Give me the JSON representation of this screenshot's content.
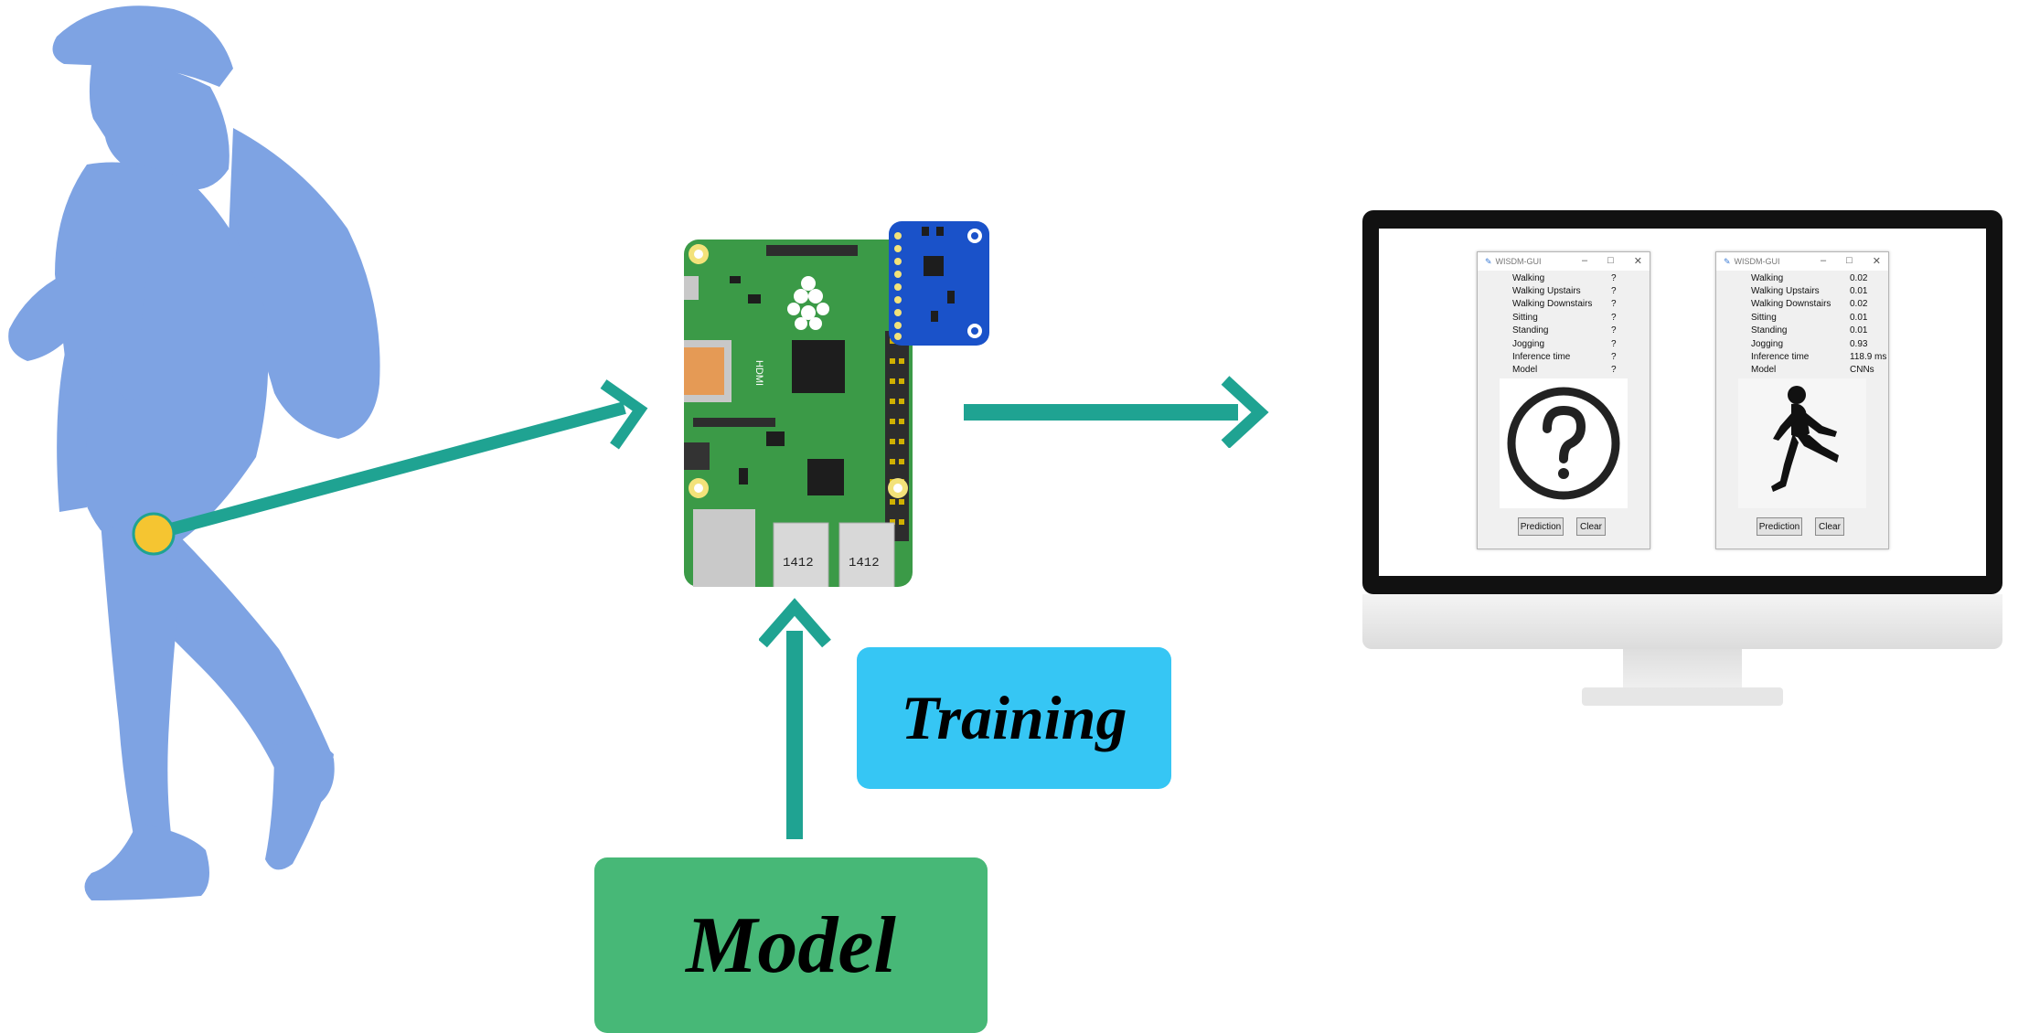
{
  "colors": {
    "person": "#7ea3e3",
    "sensor_dot": "#f5c531",
    "arrow": "#1fa392",
    "training_box": "#36c6f4",
    "model_box": "#47b877",
    "board": "#3b9a47",
    "accel_board": "#1a52c9"
  },
  "training_label": "Training",
  "model_label": "Model",
  "board": {
    "usb_label_1": "1412",
    "usb_label_2": "1412",
    "hdmi_label": "HDMI"
  },
  "gui_left": {
    "title": "WISDM-GUI",
    "rows": [
      {
        "name": "Walking",
        "value": "?"
      },
      {
        "name": "Walking Upstairs",
        "value": "?"
      },
      {
        "name": "Walking Downstairs",
        "value": "?"
      },
      {
        "name": "Sitting",
        "value": "?"
      },
      {
        "name": "Standing",
        "value": "?"
      },
      {
        "name": "Jogging",
        "value": "?"
      },
      {
        "name": "Inference time",
        "value": "?"
      },
      {
        "name": "Model",
        "value": "?"
      }
    ],
    "prediction_button": "Prediction",
    "clear_button": "Clear"
  },
  "gui_right": {
    "title": "WISDM-GUI",
    "rows": [
      {
        "name": "Walking",
        "value": "0.02"
      },
      {
        "name": "Walking Upstairs",
        "value": "0.01"
      },
      {
        "name": "Walking Downstairs",
        "value": "0.02"
      },
      {
        "name": "Sitting",
        "value": "0.01"
      },
      {
        "name": "Standing",
        "value": "0.01"
      },
      {
        "name": "Jogging",
        "value": "0.93"
      },
      {
        "name": "Inference time",
        "value": "118.9 ms"
      },
      {
        "name": "Model",
        "value": "CNNs"
      }
    ],
    "prediction_button": "Prediction",
    "clear_button": "Clear"
  }
}
